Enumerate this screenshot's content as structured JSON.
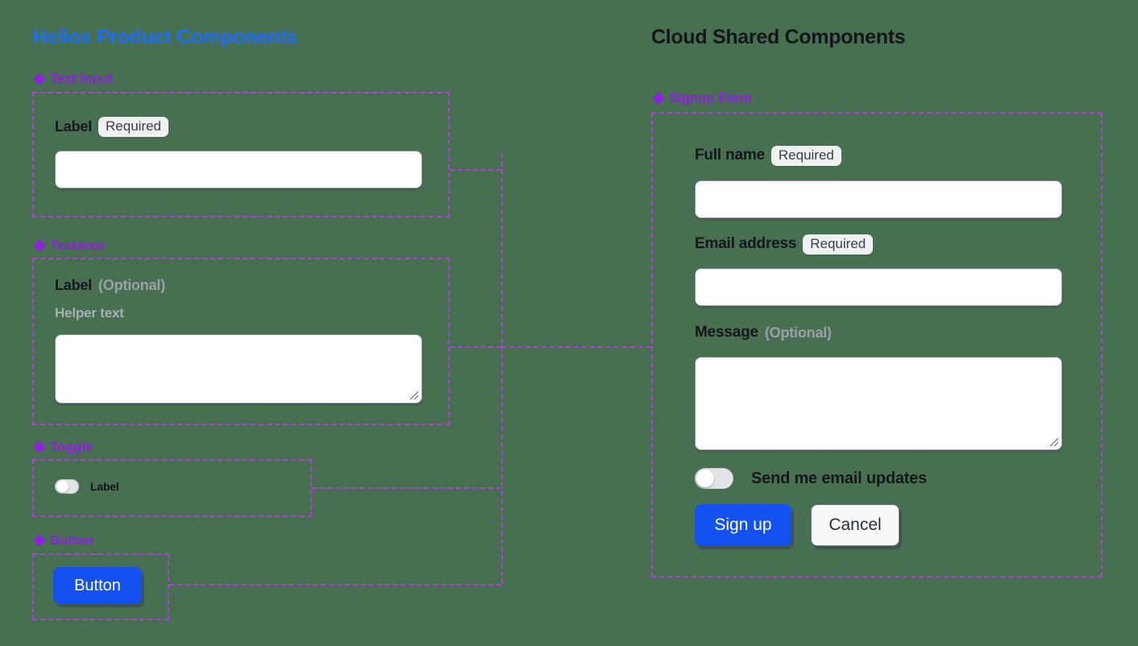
{
  "background_color": "#477050",
  "accent_purple": "#9020e0",
  "accent_blue": "#1f6cf5",
  "primary_button_color": "#1351f0",
  "panels": {
    "left": {
      "title": "Helios Product Components",
      "sections": [
        {
          "label": "Text Input",
          "icon": "component-diamond-icon"
        },
        {
          "label": "Textarea",
          "icon": "component-diamond-icon"
        },
        {
          "label": "Toggle",
          "icon": "component-diamond-icon"
        },
        {
          "label": "Button",
          "icon": "component-diamond-icon"
        }
      ]
    },
    "right": {
      "title": "Cloud Shared Components",
      "sections": [
        {
          "label": "Signup Form",
          "icon": "component-diamond-icon"
        }
      ]
    }
  },
  "text_input_component": {
    "label": "Label",
    "badge": "Required",
    "value": "",
    "placeholder": ""
  },
  "textarea_component": {
    "label": "Label",
    "optional": "(Optional)",
    "helper_text": "Helper text",
    "value": "",
    "placeholder": ""
  },
  "toggle_component": {
    "label": "Label",
    "state": "off"
  },
  "button_component": {
    "label": "Button"
  },
  "signup_form": {
    "fields": [
      {
        "label": "Full name",
        "badge": "Required",
        "type": "text",
        "value": "",
        "placeholder": ""
      },
      {
        "label": "Email address",
        "badge": "Required",
        "type": "text",
        "value": "",
        "placeholder": ""
      },
      {
        "label": "Message",
        "optional": "(Optional)",
        "type": "textarea",
        "value": "",
        "placeholder": ""
      }
    ],
    "toggle": {
      "label": "Send me email updates",
      "state": "off"
    },
    "submit_label": "Sign up",
    "cancel_label": "Cancel"
  }
}
